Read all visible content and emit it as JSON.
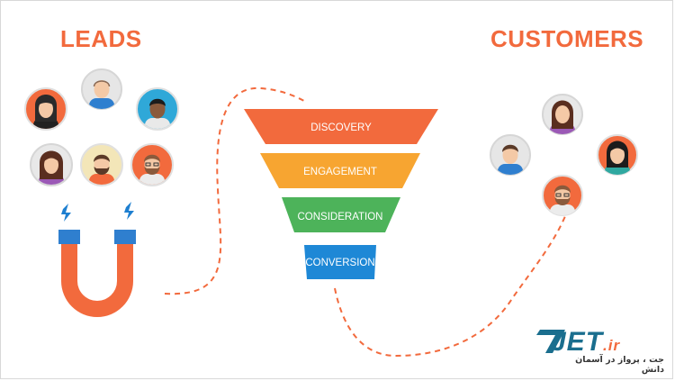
{
  "headings": {
    "leads": "LEADS",
    "customers": "CUSTOMERS"
  },
  "funnel": {
    "stages": [
      {
        "label": "DISCOVERY",
        "color": "#f26a3d"
      },
      {
        "label": "ENGAGEMENT",
        "color": "#f7a531"
      },
      {
        "label": "CONSIDERATION",
        "color": "#4db35a"
      },
      {
        "label": "CONVERSION",
        "color": "#1e88d6"
      }
    ]
  },
  "colors": {
    "accent": "#f26a3d",
    "magnet_tip": "#2f7fcf",
    "spark": "#1e7fd0",
    "dash_line": "#f26a3d"
  },
  "icons": {
    "magnet": "magnet-icon",
    "lead_avatars": [
      "woman-avatar",
      "bald-man-avatar",
      "dark-skin-man-avatar",
      "long-hair-woman-avatar",
      "bearded-man-avatar",
      "glasses-bearded-man-avatar"
    ],
    "customer_avatars": [
      "man-avatar",
      "woman-avatar",
      "woman-dark-hair-avatar",
      "glasses-bearded-man-avatar"
    ]
  },
  "logo": {
    "name": "JET",
    "tld": ".ir",
    "tagline": "جت ، پرواز در آسمان دانش"
  }
}
